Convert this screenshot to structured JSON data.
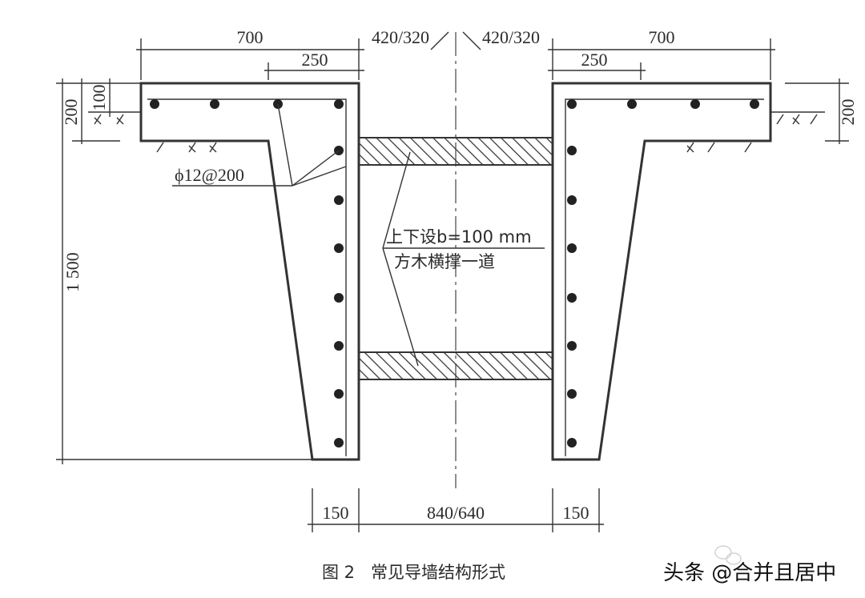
{
  "dimensions": {
    "top_left_width": "700",
    "top_left_inner": "250",
    "top_center_left": "420/320",
    "top_center_right": "420/320",
    "top_right_width": "700",
    "top_right_inner": "250",
    "left_height_total": "1 500",
    "left_slab": "200",
    "left_step": "100",
    "right_slab": "200",
    "bottom_left_wall": "150",
    "bottom_gap": "840/640",
    "bottom_right_wall": "150"
  },
  "annotations": {
    "rebar": "ϕ12@200",
    "strut_line1": "上下设b=100 mm",
    "strut_line2": "方木横撑一道"
  },
  "caption": "图 2   常见导墙结构形式",
  "watermark": "头条 @合并且居中"
}
